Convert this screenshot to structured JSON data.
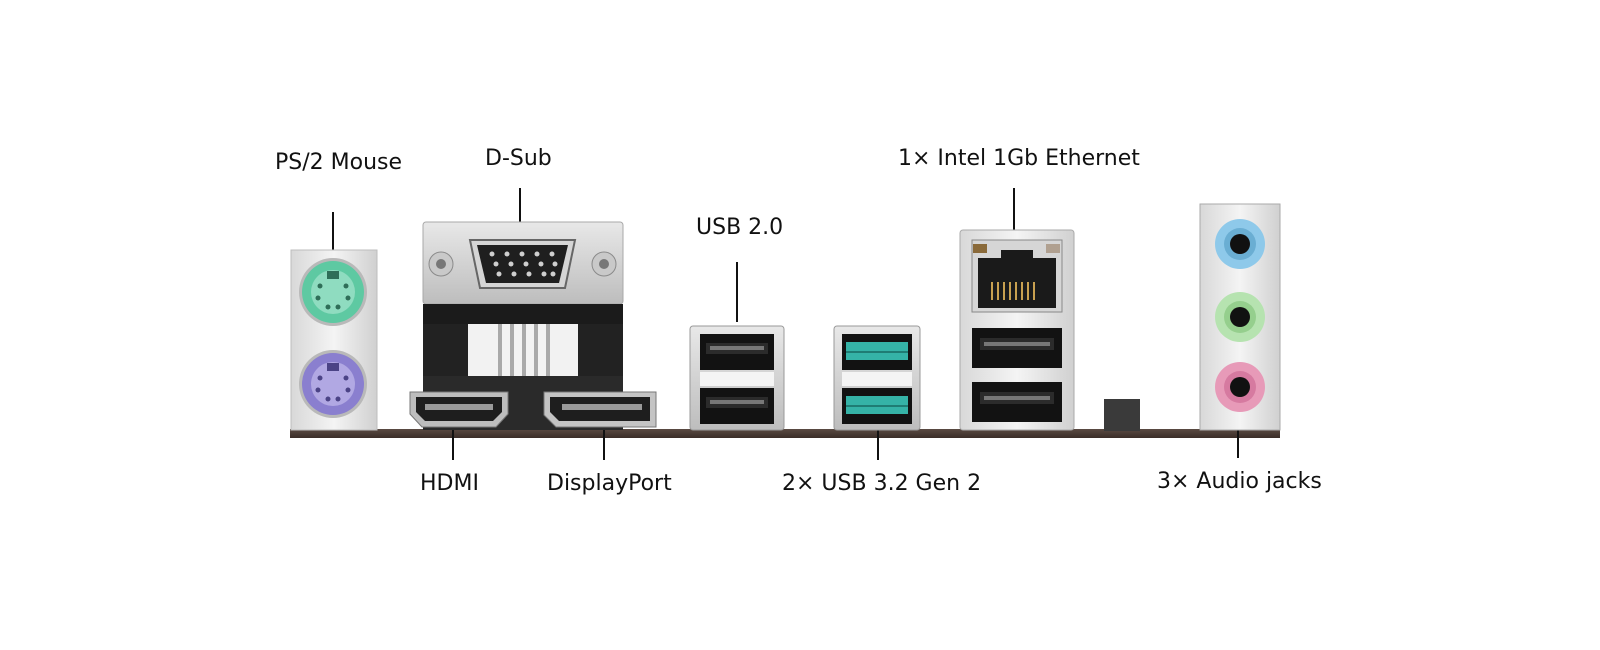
{
  "labels": {
    "ps2_mouse": "PS/2 Mouse",
    "dsub": "D-Sub",
    "usb20": "USB 2.0",
    "ethernet": "1× Intel 1Gb Ethernet",
    "hdmi": "HDMI",
    "displayport": "DisplayPort",
    "usb32": "2× USB 3.2 Gen 2",
    "audio": "3× Audio jacks"
  },
  "colors": {
    "ps2_mouse_port": "#5ec9a2",
    "ps2_keyboard_port": "#8a7fcf",
    "usb32_port": "#35b3a7",
    "audio_line_in": "#8ec9ea",
    "audio_line_out": "#b6e3b0",
    "audio_mic": "#e79ab8",
    "io_shield": "#ededed",
    "board_edge": "#4a3b35"
  },
  "icons": [
    "ps2-mouse-port-icon",
    "ps2-keyboard-port-icon",
    "vga-connector-icon",
    "hdmi-port-icon",
    "displayport-icon",
    "usb-port-icon",
    "rj45-port-icon",
    "audio-jack-icon"
  ]
}
